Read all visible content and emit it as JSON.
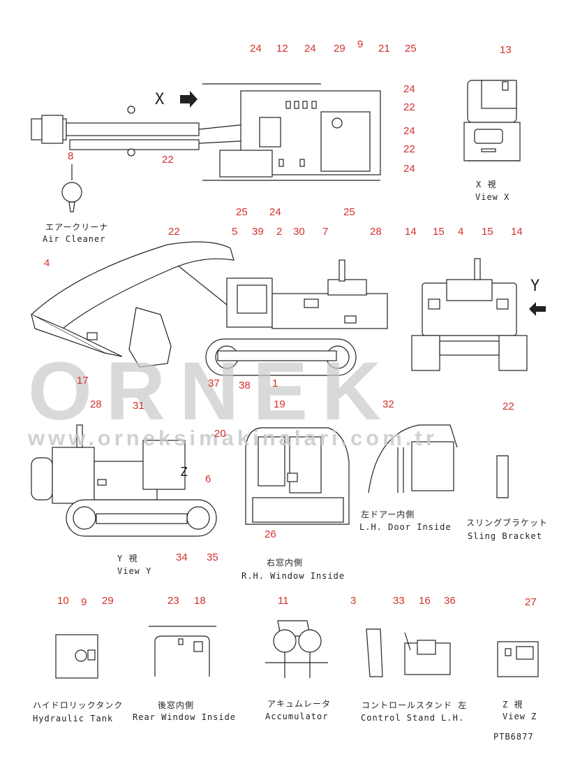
{
  "watermark": {
    "brand": "ORNEK",
    "url": "www.orneksimakinalari.com.tr"
  },
  "drawing_code": "PTB6877",
  "x_marker": "X",
  "y_marker": "Y",
  "z_marker": "Z",
  "views": [
    {
      "jp": "エアークリーナ",
      "en": "Air Cleaner"
    },
    {
      "jp": "X 視",
      "en": "View X"
    },
    {
      "jp": "Y 視",
      "en": "View Y"
    },
    {
      "jp": "右窓内側",
      "en": "R.H. Window Inside"
    },
    {
      "jp": "左ドアー内側",
      "en": "L.H. Door Inside"
    },
    {
      "jp": "スリングブラケット",
      "en": "Sling Bracket"
    },
    {
      "jp": "ハイドロリックタンク",
      "en": "Hydraulic Tank"
    },
    {
      "jp": "後窓内側",
      "en": "Rear Window Inside"
    },
    {
      "jp": "アキュムレータ",
      "en": "Accumulator"
    },
    {
      "jp": "コントロールスタンド 左",
      "en": "Control Stand L.H."
    },
    {
      "jp": "Z 視",
      "en": "View Z"
    }
  ],
  "callouts": [
    "24",
    "12",
    "24",
    "29",
    "9",
    "21",
    "25",
    "24",
    "22",
    "24",
    "22",
    "24",
    "22",
    "25",
    "24",
    "25",
    "8",
    "13",
    "22",
    "5",
    "39",
    "2",
    "30",
    "7",
    "28",
    "4",
    "17",
    "37",
    "38",
    "1",
    "14",
    "15",
    "4",
    "15",
    "14",
    "28",
    "31",
    "20",
    "19",
    "32",
    "22",
    "6",
    "26",
    "34",
    "35",
    "10",
    "9",
    "29",
    "23",
    "18",
    "11",
    "3",
    "33",
    "16",
    "36",
    "27"
  ]
}
